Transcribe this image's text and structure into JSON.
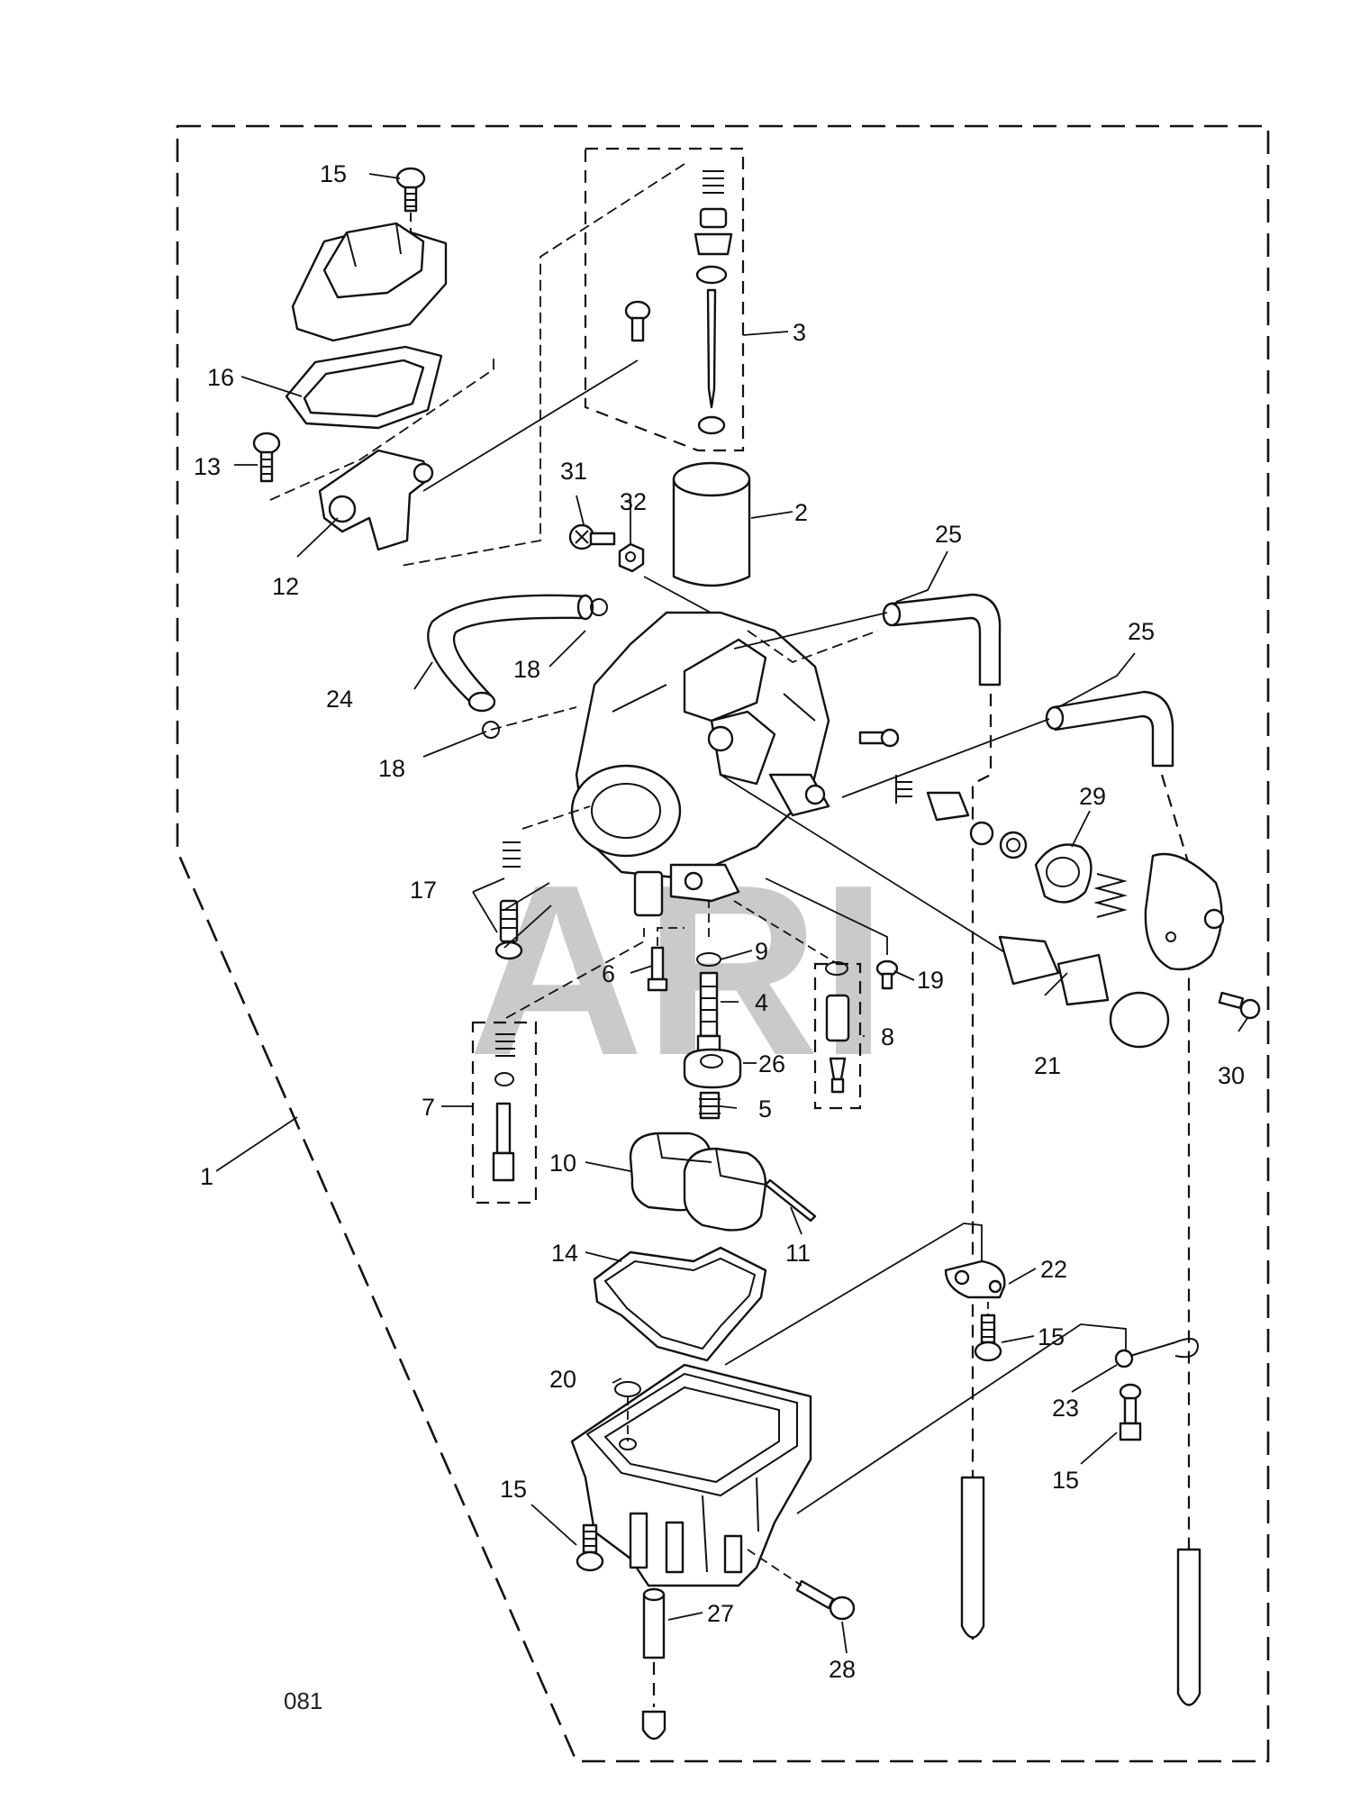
{
  "watermark": "ARI",
  "figure_code": "081",
  "callouts": [
    {
      "id": "c1",
      "text": "1"
    },
    {
      "id": "c2",
      "text": "2"
    },
    {
      "id": "c3",
      "text": "3"
    },
    {
      "id": "c4",
      "text": "4"
    },
    {
      "id": "c5",
      "text": "5"
    },
    {
      "id": "c6",
      "text": "6"
    },
    {
      "id": "c7",
      "text": "7"
    },
    {
      "id": "c8",
      "text": "8"
    },
    {
      "id": "c9",
      "text": "9"
    },
    {
      "id": "c10",
      "text": "10"
    },
    {
      "id": "c11",
      "text": "11"
    },
    {
      "id": "c12",
      "text": "12"
    },
    {
      "id": "c13",
      "text": "13"
    },
    {
      "id": "c14",
      "text": "14"
    },
    {
      "id": "c15a",
      "text": "15"
    },
    {
      "id": "c15b",
      "text": "15"
    },
    {
      "id": "c15c",
      "text": "15"
    },
    {
      "id": "c15d",
      "text": "15"
    },
    {
      "id": "c16",
      "text": "16"
    },
    {
      "id": "c17",
      "text": "17"
    },
    {
      "id": "c18a",
      "text": "18"
    },
    {
      "id": "c18b",
      "text": "18"
    },
    {
      "id": "c19",
      "text": "19"
    },
    {
      "id": "c20",
      "text": "20"
    },
    {
      "id": "c21",
      "text": "21"
    },
    {
      "id": "c22",
      "text": "22"
    },
    {
      "id": "c23",
      "text": "23"
    },
    {
      "id": "c24",
      "text": "24"
    },
    {
      "id": "c25a",
      "text": "25"
    },
    {
      "id": "c25b",
      "text": "25"
    },
    {
      "id": "c26",
      "text": "26"
    },
    {
      "id": "c27",
      "text": "27"
    },
    {
      "id": "c28",
      "text": "28"
    },
    {
      "id": "c29",
      "text": "29"
    },
    {
      "id": "c30",
      "text": "30"
    },
    {
      "id": "c31",
      "text": "31"
    },
    {
      "id": "c32",
      "text": "32"
    }
  ]
}
